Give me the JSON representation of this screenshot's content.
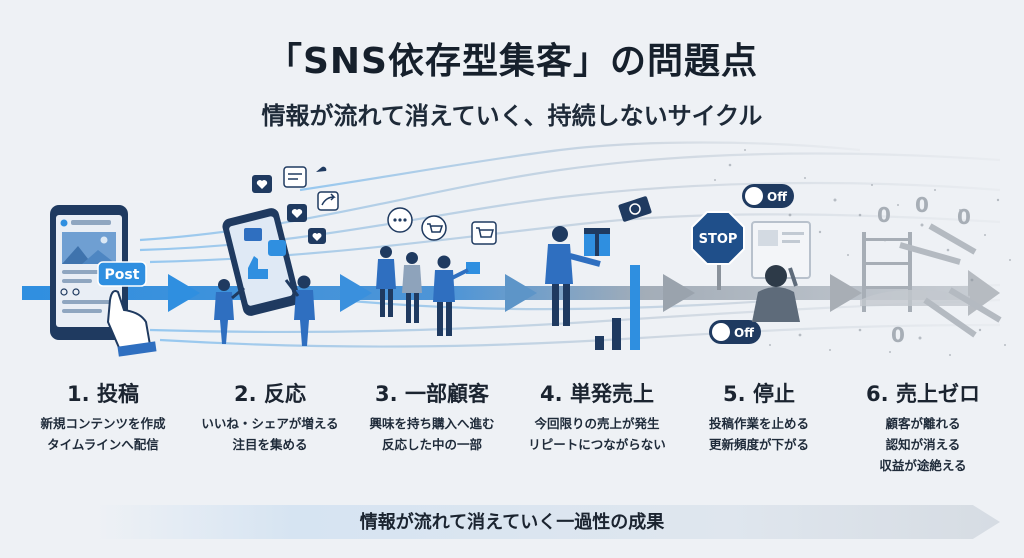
{
  "title": "「SNS依存型集客」の問題点",
  "subtitle": "情報が流れて消えていく、持続しないサイクル",
  "steps": [
    {
      "title": "1. 投稿",
      "desc": [
        "新規コンテンツを作成",
        "タイムラインへ配信"
      ]
    },
    {
      "title": "2. 反応",
      "desc": [
        "いいね・シェアが増える",
        "注目を集める"
      ]
    },
    {
      "title": "3. 一部顧客",
      "desc": [
        "興味を持ち購入へ進む",
        "反応した中の一部"
      ]
    },
    {
      "title": "4. 単発売上",
      "desc": [
        "今回限りの売上が発生",
        "リピートにつながらない"
      ]
    },
    {
      "title": "5. 停止",
      "desc": [
        "投稿作業を止める",
        "更新頻度が下がる"
      ]
    },
    {
      "title": "6. 売上ゼロ",
      "desc": [
        "顧客が離れる",
        "認知が消える",
        "収益が途絶える"
      ]
    }
  ],
  "illustration_labels": {
    "post_button": "Post",
    "stop_sign": "STOP",
    "toggle_off": "Off",
    "zero": "0"
  },
  "banner": "情報が流れて消えていく一過性の成果",
  "colors": {
    "accent_blue": "#2f8fe0",
    "dark_navy": "#1f3a60",
    "arrow_gray": "#9aa3ad",
    "background": "#eef1f5"
  }
}
